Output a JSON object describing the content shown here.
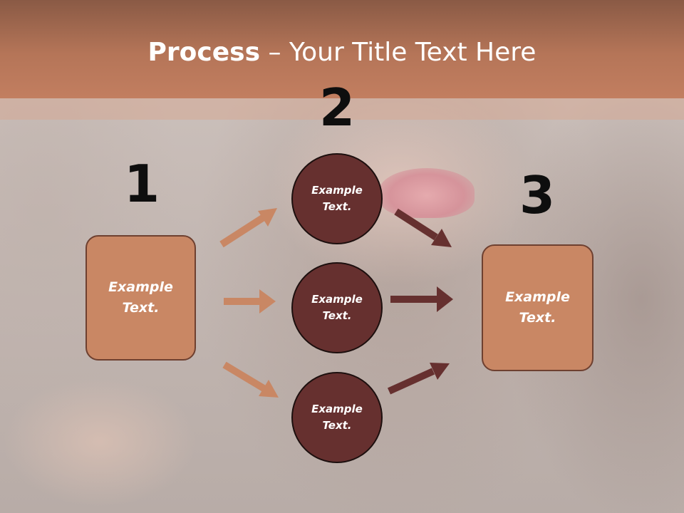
{
  "slide": {
    "title_strong": "Process",
    "title_rest": " – Your Title Text Here"
  },
  "steps": {
    "n1": "1",
    "n2": "2",
    "n3": "3"
  },
  "nodes": {
    "left_box": "Example Text.",
    "circle_top": "Example Text.",
    "circle_mid": "Example Text.",
    "circle_bottom": "Example Text.",
    "right_box": "Example Text."
  },
  "colors": {
    "header": "#b57558",
    "box_fill": "#c98764",
    "circle_fill": "#66302f",
    "arrow_light": "#c98764",
    "arrow_dark": "#66302f"
  }
}
